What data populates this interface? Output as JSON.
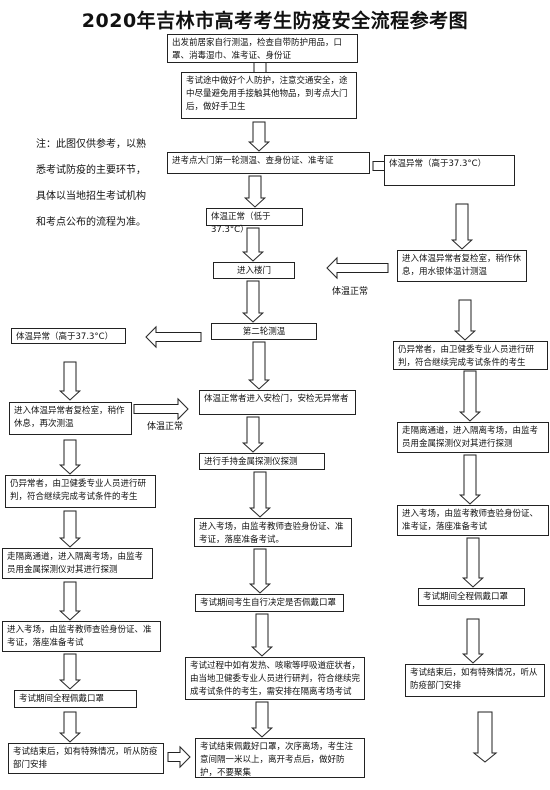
{
  "title": "2020年吉林市高考考生防疫安全流程参考图",
  "note": "注：此图仅供参考，以熟悉考试防疫的主要环节，具体以当地招生考试机构和考点公布的流程为准。",
  "boxes": {
    "b1": "出发前居家自行测温，检查自带防护用品，口罩、消毒湿巾、准考证、身份证",
    "b2": "考试途中做好个人防护，注意交通安全，途中尽量避免用手接触其他物品，到考点大门后，做好手卫生",
    "b3": "进考点大门第一轮测温、查身份证、准考证",
    "b4": "体温正常（低于37.3°C）",
    "b5": "进入楼门",
    "b6": "第二轮测温",
    "b7": "体温正常者进入安检门，安检无异常者",
    "b8": "进行手持金属探测仪探测",
    "b9": "进入考场，由监考教师查验身份证、准考证，落座准备考试。",
    "b10": "考试期间考生自行决定是否佩戴口罩",
    "b11": "考试过程中如有发热、咳嗽等呼吸道症状者，由当地卫健委专业人员进行研判，符合继续完成考试条件的考生，需安排在隔离考场考试",
    "b12": "考试结束佩戴好口罩，次序离场，考生注意间隔一米以上，离开考点后，做好防护，不要聚集",
    "r1": "体温异常（高于37.3°C）",
    "r2": "进入体温异常者复检室，稍作休息，用水银体温计测温",
    "r3": "仍异常者，由卫健委专业人员进行研判，符合继续完成考试条件的考生",
    "r4": "走隔离通道，进入隔离考场，由监考员用金属探测仪对其进行探测",
    "r5": "进入考场，由监考教师查验身份证、准考证，落座准备考试",
    "r6": "考试期间全程佩戴口罩",
    "r7": "考试结束后，如有特殊情况，听从防疫部门安排",
    "l1": "体温异常（高于37.3°C）",
    "l2": "进入体温异常者复检室，稍作休息，再次测温",
    "l3": "仍异常者，由卫健委专业人员进行研判，符合继续完成考试条件的考生",
    "l4": "走隔离通道，进入隔离考场，由监考员用金属探测仪对其进行探测",
    "l5": "进入考场，由监考教师查验身份证、准考证，落座准备考试",
    "l6": "考试期间全程佩戴口罩",
    "l7": "考试结束后，如有特殊情况，听从防疫部门安排"
  },
  "labels": {
    "normal_right": "体温正常",
    "normal_left": "体温正常"
  }
}
